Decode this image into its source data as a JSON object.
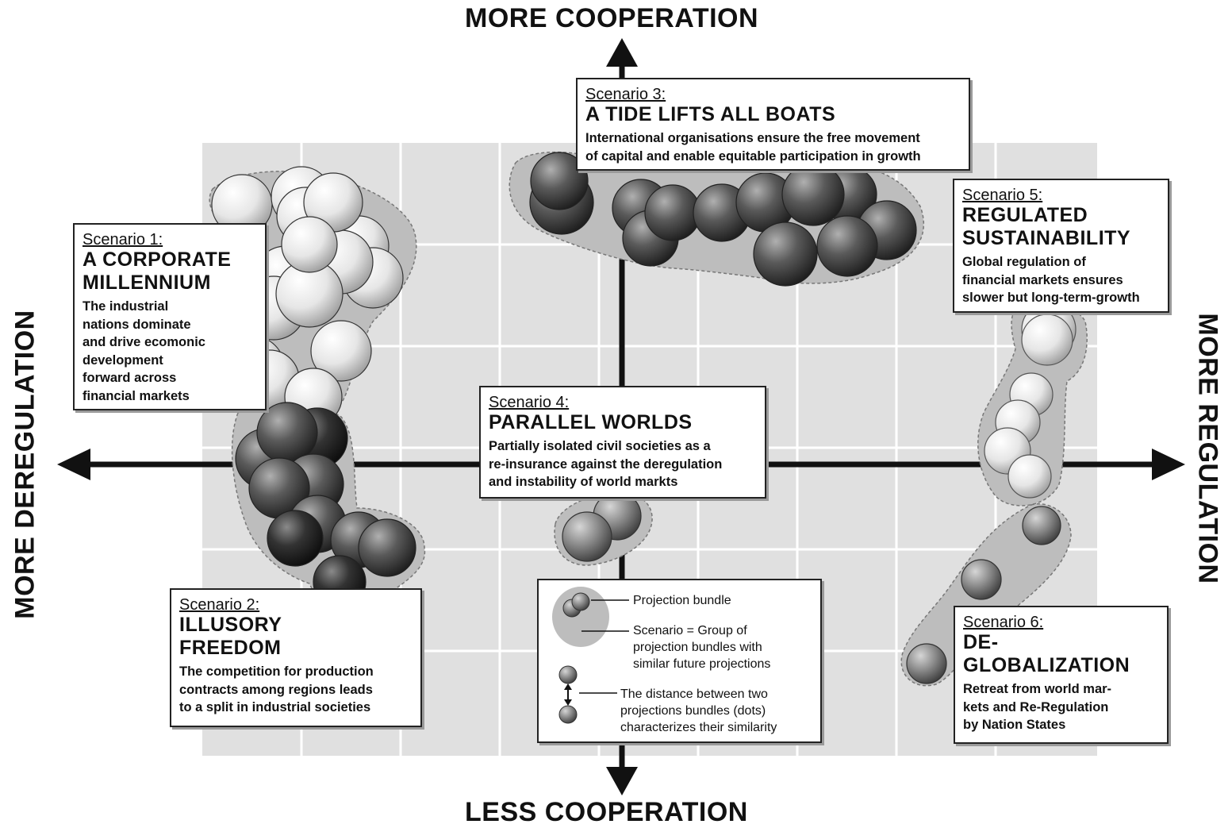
{
  "axes": {
    "top": "MORE COOPERATION",
    "bottom": "LESS COOPERATION",
    "left": "MORE DEREGULATION",
    "right": "MORE REGULATION"
  },
  "scenarios": [
    {
      "id": "Scenario 1:",
      "title_lines": [
        "A CORPORATE",
        "MILLENNIUM"
      ],
      "desc": [
        "The industrial",
        "nations dominate",
        "and drive ecomonic",
        "development",
        "forward across",
        "financial markets"
      ]
    },
    {
      "id": "Scenario 2:",
      "title_lines": [
        "ILLUSORY",
        "FREEDOM"
      ],
      "desc": [
        "The competition for production",
        "contracts among regions leads",
        "to a split in industrial societies"
      ]
    },
    {
      "id": "Scenario 3:",
      "title_lines": [
        "A TIDE LIFTS ALL BOATS"
      ],
      "desc": [
        "International organisations ensure the free movement",
        "of capital and enable equitable participation in growth"
      ]
    },
    {
      "id": "Scenario 4:",
      "title_lines": [
        "PARALLEL WORLDS"
      ],
      "desc": [
        "Partially isolated civil societies as a",
        "re-insurance against the deregulation",
        "and instability of world markts"
      ]
    },
    {
      "id": "Scenario 5:",
      "title_lines": [
        "REGULATED",
        "SUSTAINABILITY"
      ],
      "desc": [
        "Global regulation of",
        "financial markets ensures",
        "slower but long-term-growth"
      ]
    },
    {
      "id": "Scenario 6:",
      "title_lines": [
        "DE-",
        "GLOBALIZATION"
      ],
      "desc": [
        "Retreat from world mar-",
        "kets and Re-Regulation",
        "by Nation States"
      ]
    }
  ],
  "legend": {
    "bundle": "Projection bundle",
    "group": [
      "Scenario = Group of",
      "projection bundles with",
      "similar future projections"
    ],
    "distance": [
      "The distance between two",
      "projections bundles (dots)",
      "characterizes their similarity"
    ]
  },
  "colors": {
    "grid_bg": "#e0e0e0",
    "cluster_fill": "#bdbdbd",
    "light_sphere": "#f4f4f4",
    "mid_sphere": "#9a9a9a",
    "dark_sphere": "#505050",
    "darkest_sphere": "#2a2a2a"
  }
}
